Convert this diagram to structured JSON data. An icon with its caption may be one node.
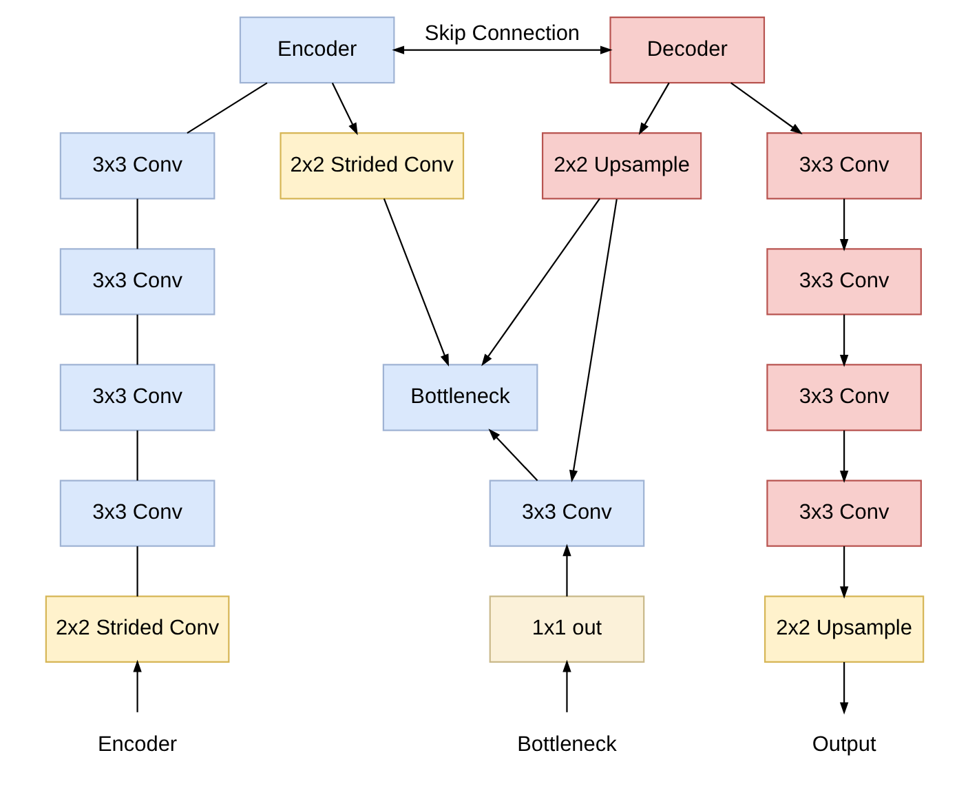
{
  "diagram": {
    "nodes": [
      {
        "text": [
          "Encoder"
        ]
      },
      {
        "text": [
          "3x3 Conv"
        ]
      },
      {
        "text": [
          "3x3 Conv"
        ]
      },
      {
        "text": [
          "3x3 Conv"
        ]
      },
      {
        "text": [
          "3x3 Conv"
        ]
      },
      {
        "text": [
          "2x2 Strided Conv"
        ]
      },
      {
        "text": [
          "2x2 Strided Conv"
        ]
      },
      {
        "text": [
          "2x2 Upsample"
        ]
      },
      {
        "text": [
          "Bottleneck"
        ]
      },
      {
        "text": [
          "3x3 Conv"
        ]
      },
      {
        "text": [
          "1x1 out"
        ]
      },
      {
        "text": [
          "Decoder"
        ]
      },
      {
        "text": [
          "3x3 Conv"
        ]
      },
      {
        "text": [
          "3x3 Conv"
        ]
      },
      {
        "text": [
          "3x3 Conv"
        ]
      },
      {
        "text": [
          "3x3 Conv"
        ]
      },
      {
        "text": [
          "2x2 Upsample"
        ]
      },
      {
        "text": [
          "Encoder"
        ]
      },
      {
        "text": [
          "Bottleneck"
        ]
      },
      {
        "text": [
          "Output"
        ]
      }
    ],
    "edges": [
      {
        "from": 0,
        "to": 11,
        "arrow": "both",
        "label": "Skip Connection"
      },
      {
        "from": 0,
        "to": 1,
        "arrow": "none"
      },
      {
        "from": 1,
        "to": 2,
        "arrow": "none"
      },
      {
        "from": 2,
        "to": 3,
        "arrow": "none"
      },
      {
        "from": 3,
        "to": 4,
        "arrow": "none"
      },
      {
        "from": 4,
        "to": 5,
        "arrow": "none"
      },
      {
        "from": 17,
        "to": 5,
        "arrow": "to"
      },
      {
        "from": 0,
        "to": 6,
        "arrow": "to"
      },
      {
        "from": 6,
        "to": 8,
        "arrow": "to"
      },
      {
        "from": 11,
        "to": 7,
        "arrow": "to"
      },
      {
        "from": 7,
        "to": 8,
        "arrow": "to"
      },
      {
        "from": 7,
        "to": 9,
        "arrow": "to"
      },
      {
        "from": 9,
        "to": 8,
        "arrow": "to"
      },
      {
        "from": 10,
        "to": 9,
        "arrow": "to"
      },
      {
        "from": 18,
        "to": 10,
        "arrow": "to"
      },
      {
        "from": 11,
        "to": 12,
        "arrow": "to"
      },
      {
        "from": 12,
        "to": 13,
        "arrow": "to"
      },
      {
        "from": 13,
        "to": 14,
        "arrow": "to"
      },
      {
        "from": 14,
        "to": 15,
        "arrow": "to"
      },
      {
        "from": 15,
        "to": 16,
        "arrow": "to"
      },
      {
        "from": 16,
        "to": 19,
        "arrow": "to"
      }
    ]
  }
}
